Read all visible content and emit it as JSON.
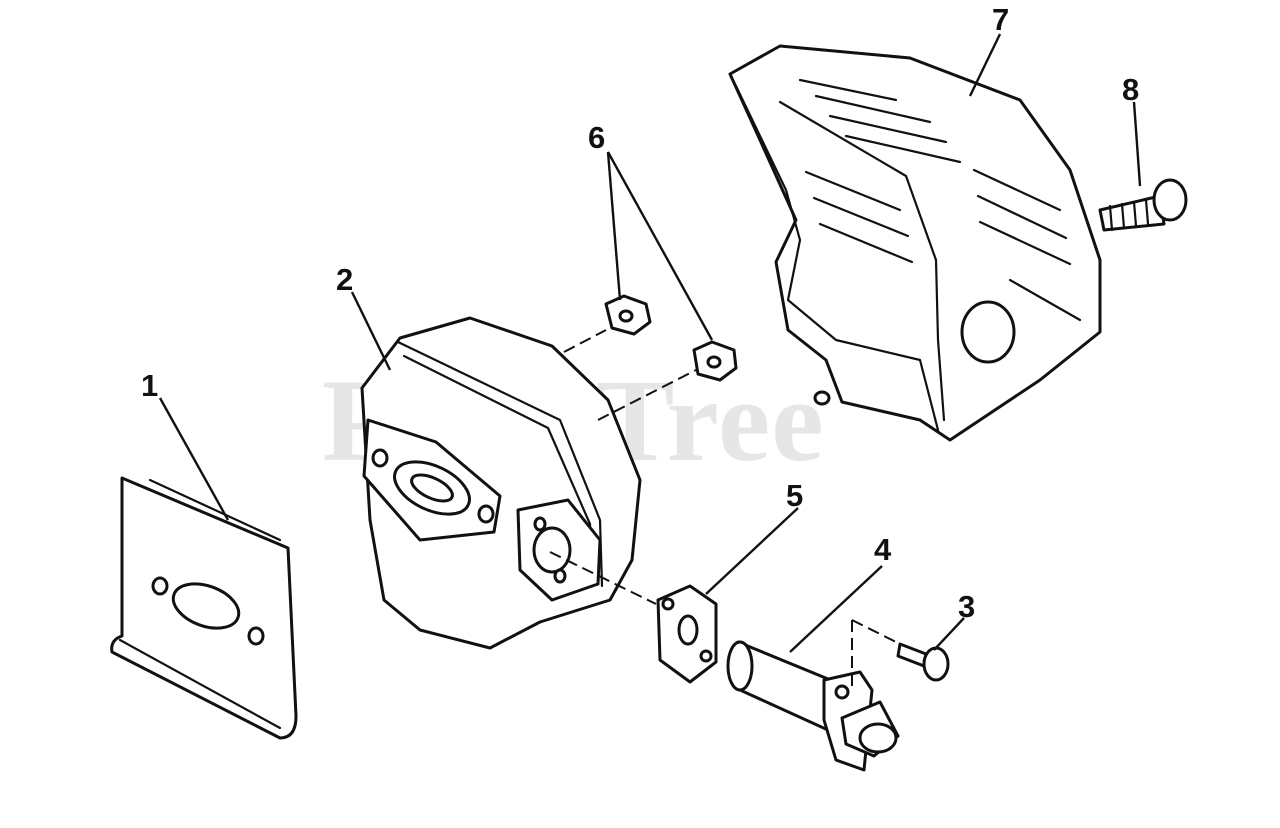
{
  "watermark": "PartsTree",
  "callouts": [
    {
      "id": "1",
      "label": "1"
    },
    {
      "id": "2",
      "label": "2"
    },
    {
      "id": "3",
      "label": "3"
    },
    {
      "id": "4",
      "label": "4"
    },
    {
      "id": "5",
      "label": "5"
    },
    {
      "id": "6",
      "label": "6"
    },
    {
      "id": "7",
      "label": "7"
    },
    {
      "id": "8",
      "label": "8"
    }
  ]
}
